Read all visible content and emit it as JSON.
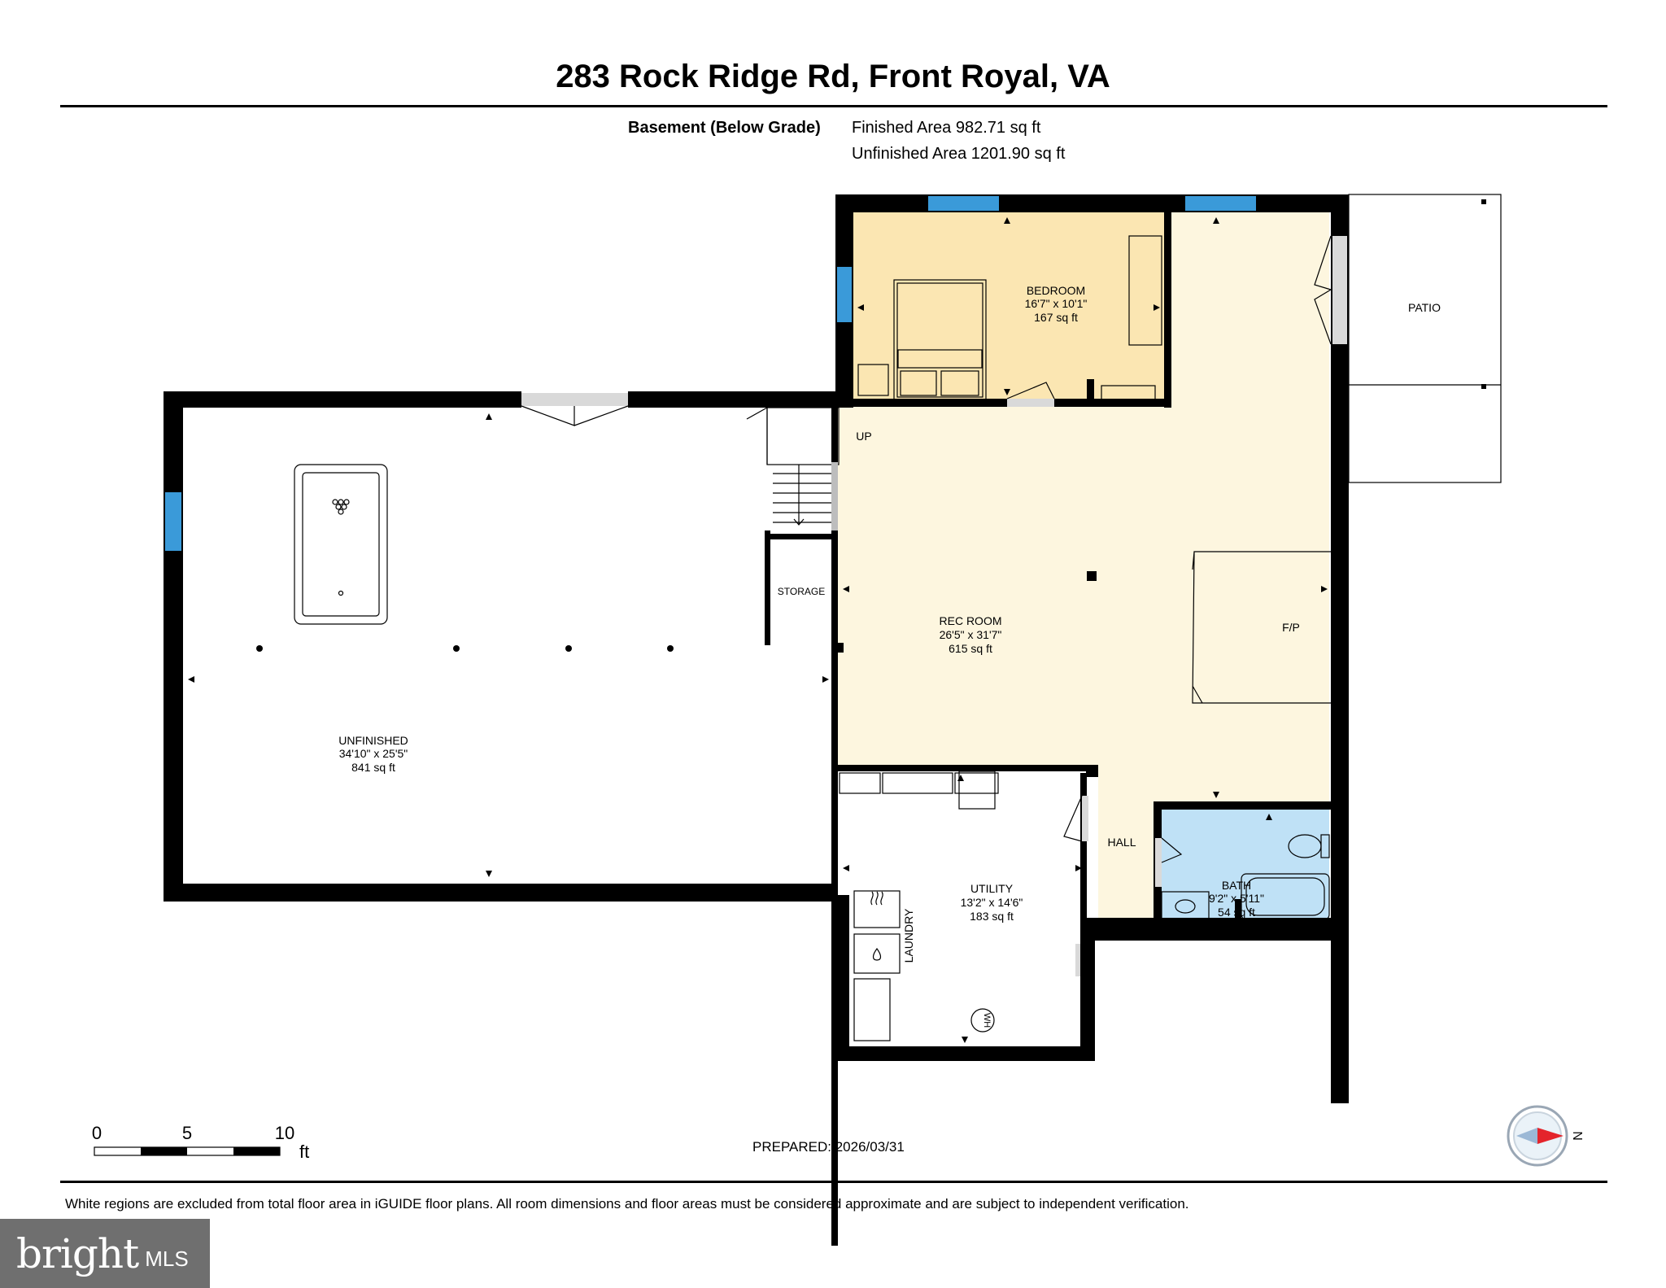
{
  "header": {
    "title": "283 Rock Ridge Rd, Front Royal, VA"
  },
  "areas": {
    "level_label": "Basement (Below Grade)",
    "finished": "Finished Area 982.71 sq ft",
    "unfinished": "Unfinished Area 1201.90 sq ft"
  },
  "rooms": {
    "bedroom": {
      "name": "BEDROOM",
      "dims": "16'7\" x 10'1\"",
      "area": "167 sq ft"
    },
    "patio": {
      "name": "PATIO"
    },
    "rec_room": {
      "name": "REC ROOM",
      "dims": "26'5\" x 31'7\"",
      "area": "615 sq ft"
    },
    "unfinished": {
      "name": "UNFINISHED",
      "dims": "34'10\" x 25'5\"",
      "area": "841 sq ft"
    },
    "utility": {
      "name": "UTILITY",
      "dims": "13'2\" x 14'6\"",
      "area": "183 sq ft"
    },
    "bath": {
      "name": "BATH",
      "dims": "9'2\" x 5'11\"",
      "area": "54 sq ft"
    },
    "storage": {
      "name": "STORAGE"
    },
    "hall": {
      "name": "HALL"
    },
    "fireplace": {
      "name": "F/P"
    },
    "stairs": {
      "name": "UP"
    },
    "laundry": {
      "name": "LAUNDRY"
    },
    "water_heater": {
      "name": "WH"
    }
  },
  "colors": {
    "bedroom_fill": "#fbe6b2",
    "rec_fill": "#fdf6df",
    "bath_fill": "#bfe1f6",
    "window": "#3a9ad9",
    "wall": "#000000"
  },
  "scale": {
    "ticks": [
      "0",
      "5",
      "10"
    ],
    "unit": "ft"
  },
  "footer": {
    "prepared": "PREPARED: 2026/03/31",
    "disclaimer": "White regions are excluded from total floor area in iGUIDE floor plans. All room dimensions and floor areas must be considered approximate and are subject to independent verification.",
    "compass_label": "N"
  },
  "logo": {
    "brand": "bright",
    "suffix": "MLS"
  }
}
